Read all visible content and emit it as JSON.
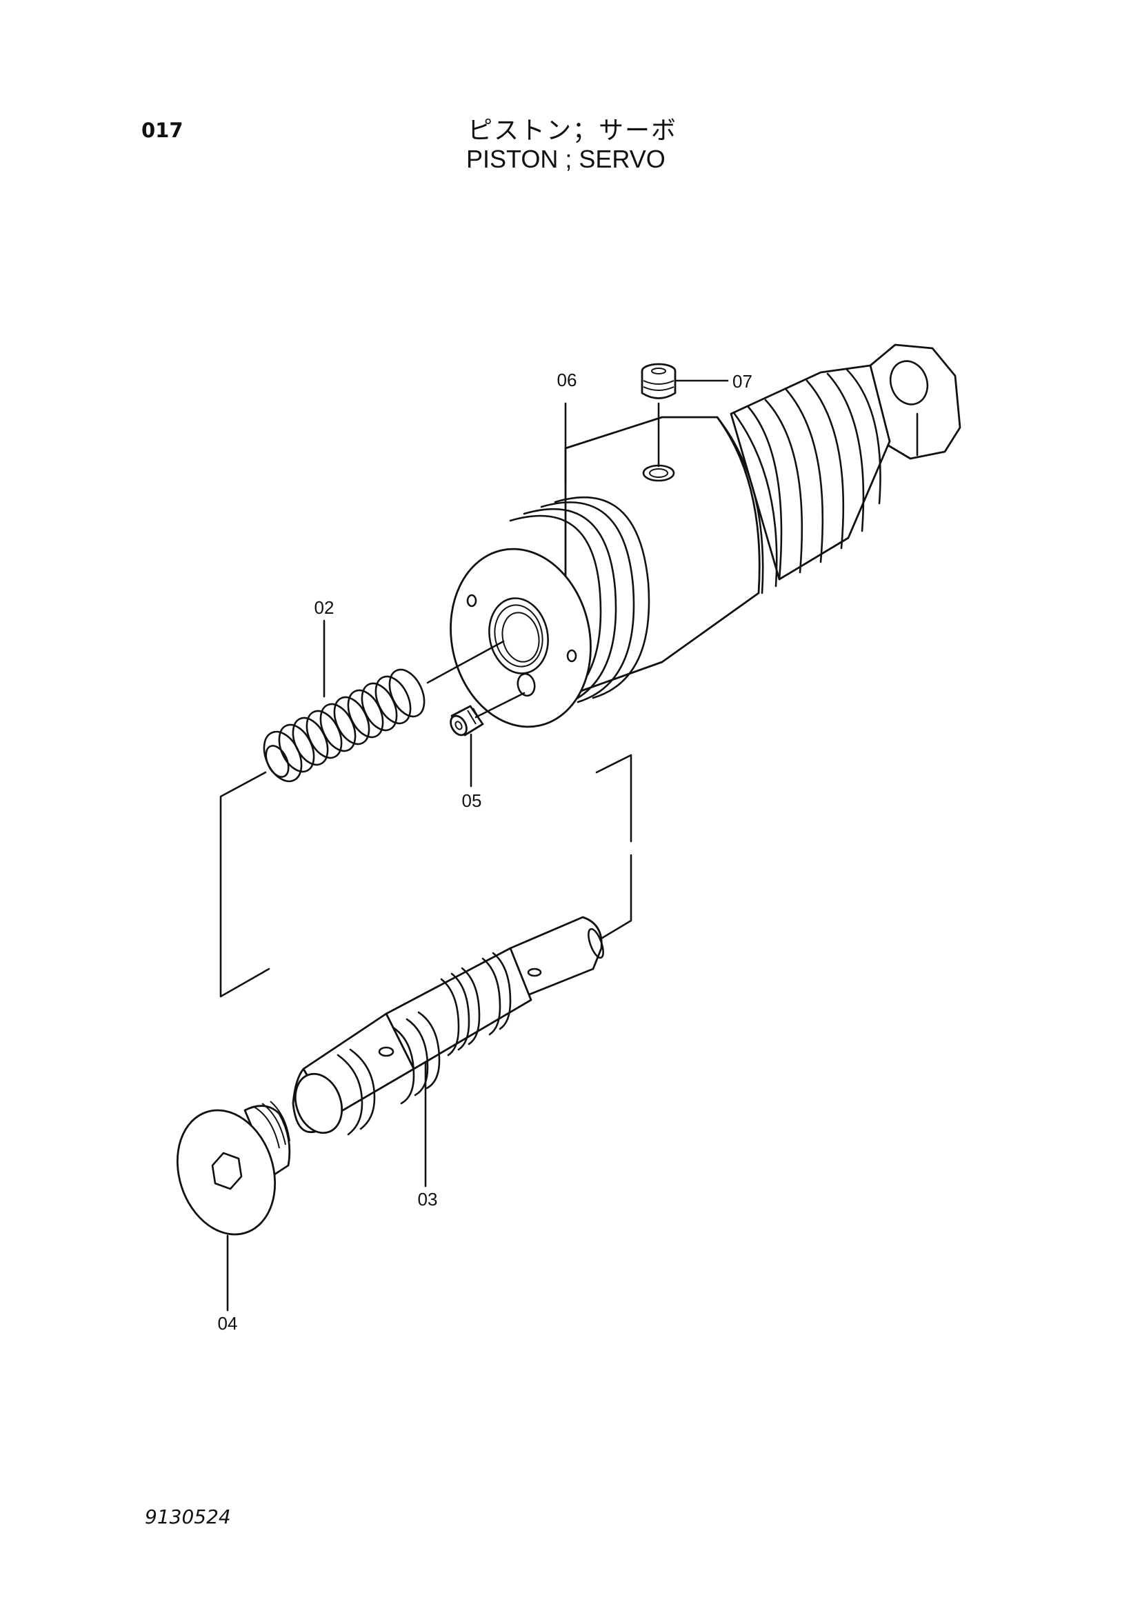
{
  "header": {
    "page_number": "017",
    "title_jp": "ピストン；サーボ",
    "title_en": "PISTON ; SERVO"
  },
  "callouts": {
    "c02": "02",
    "c03": "03",
    "c04": "04",
    "c05": "05",
    "c06": "06",
    "c07": "07"
  },
  "footer": {
    "drawing_code": "9130524"
  }
}
